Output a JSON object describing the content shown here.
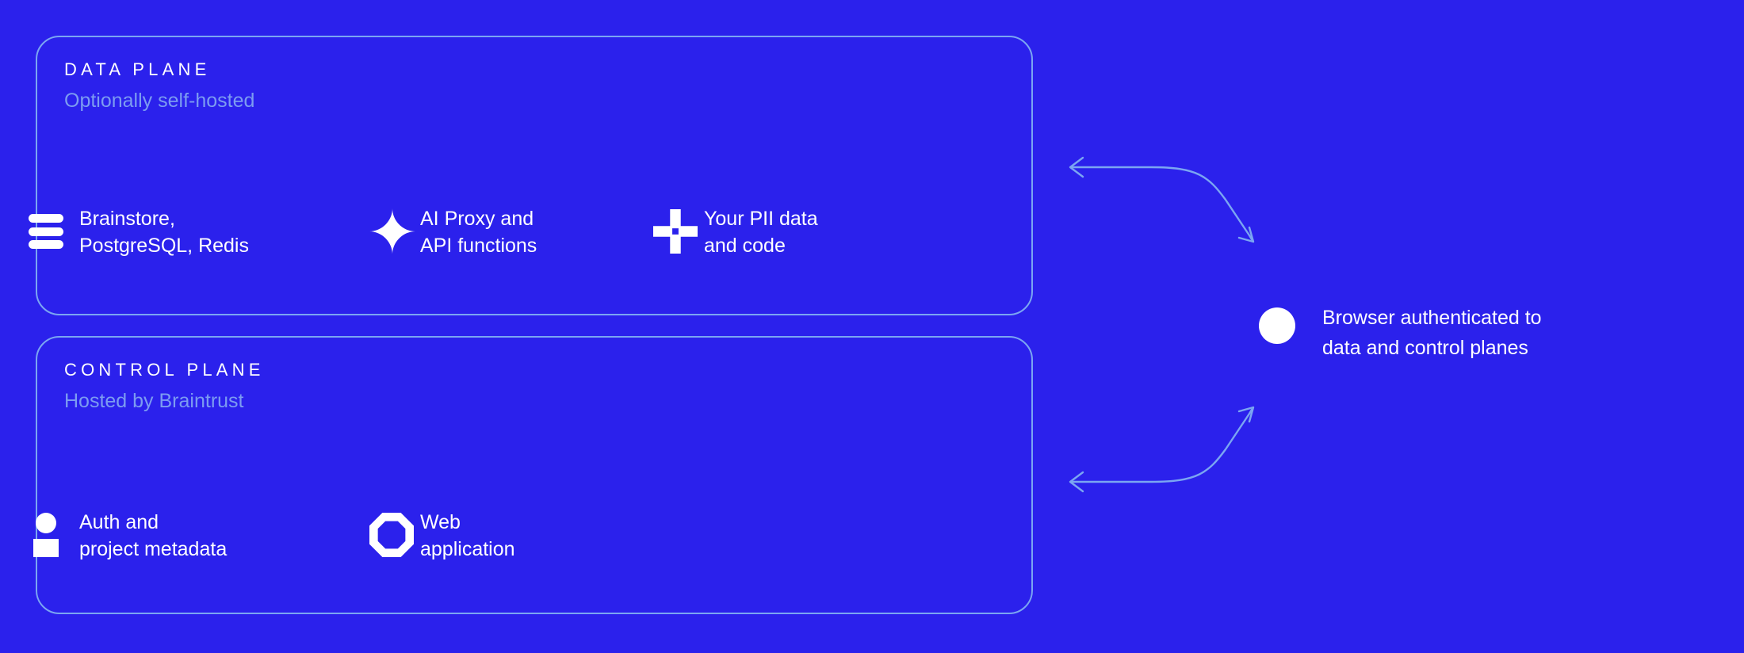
{
  "theme": {
    "background": "#2b21ec",
    "card_border": "#7ba6f2",
    "text_primary": "#ffffff",
    "text_muted": "#7c9cf1",
    "connector": "#7ba6f2"
  },
  "planes": [
    {
      "id": "data-plane",
      "title": "DATA PLANE",
      "subtitle": "Optionally self-hosted",
      "features": [
        {
          "icon": "database-stack-icon",
          "label": "Brainstore,\nPostgreSQL, Redis"
        },
        {
          "icon": "sparkle-icon",
          "label": "AI Proxy and\nAPI functions"
        },
        {
          "icon": "plus-icon",
          "label": "Your PII data\nand code"
        }
      ]
    },
    {
      "id": "control-plane",
      "title": "CONTROL PLANE",
      "subtitle": "Hosted by Braintrust",
      "features": [
        {
          "icon": "person-icon",
          "label": "Auth and\nproject metadata"
        },
        {
          "icon": "octagon-icon",
          "label": "Web\napplication"
        }
      ]
    }
  ],
  "browser_node": {
    "icon": "circle-node-icon",
    "label": "Browser authenticated to\ndata and control planes"
  },
  "connectors": [
    {
      "name": "data-plane-connector",
      "from": "data-plane",
      "to": "browser-node",
      "bidirectional": true
    },
    {
      "name": "control-plane-connector",
      "from": "control-plane",
      "to": "browser-node",
      "bidirectional": true
    }
  ]
}
